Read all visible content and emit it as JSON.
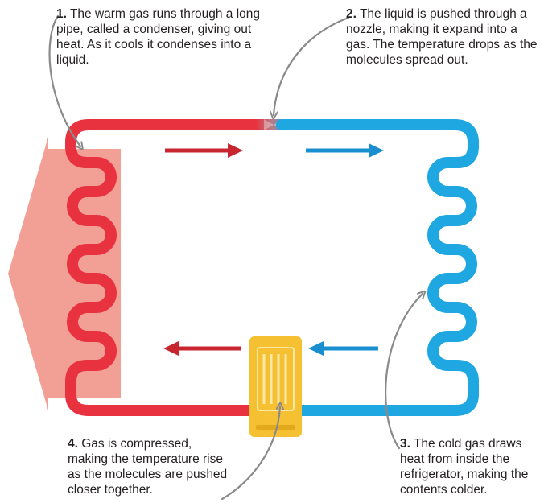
{
  "labels": {
    "step1": {
      "number": "1.",
      "text": "The warm gas runs through a long pipe, called a condenser, giving out heat. As it cools it condenses into a liquid."
    },
    "step2": {
      "number": "2.",
      "text": "The liquid is pushed through a nozzle, making it expand into a gas. The temperature drops as the molecules spread out."
    },
    "step3": {
      "number": "3.",
      "text": "The cold gas draws heat from inside the refrigerator, making the contents colder."
    },
    "step4": {
      "number": "4.",
      "text": "Gas is compressed, making the temperature rise as the molecules are pushed closer together."
    }
  },
  "colors": {
    "hot_pipe": "#e8323f",
    "cold_pipe": "#1ea7e0",
    "heat_arrow": "#f08e83",
    "compressor": "#f6c033",
    "compressor_detail": "#fde7a5",
    "hot_flow_arrow": "#c8262f",
    "cold_flow_arrow": "#1a8fd0",
    "leader_line": "#8a8a8a"
  },
  "icons": {
    "compressor": "compressor-icon",
    "nozzle": "nozzle-icon"
  }
}
